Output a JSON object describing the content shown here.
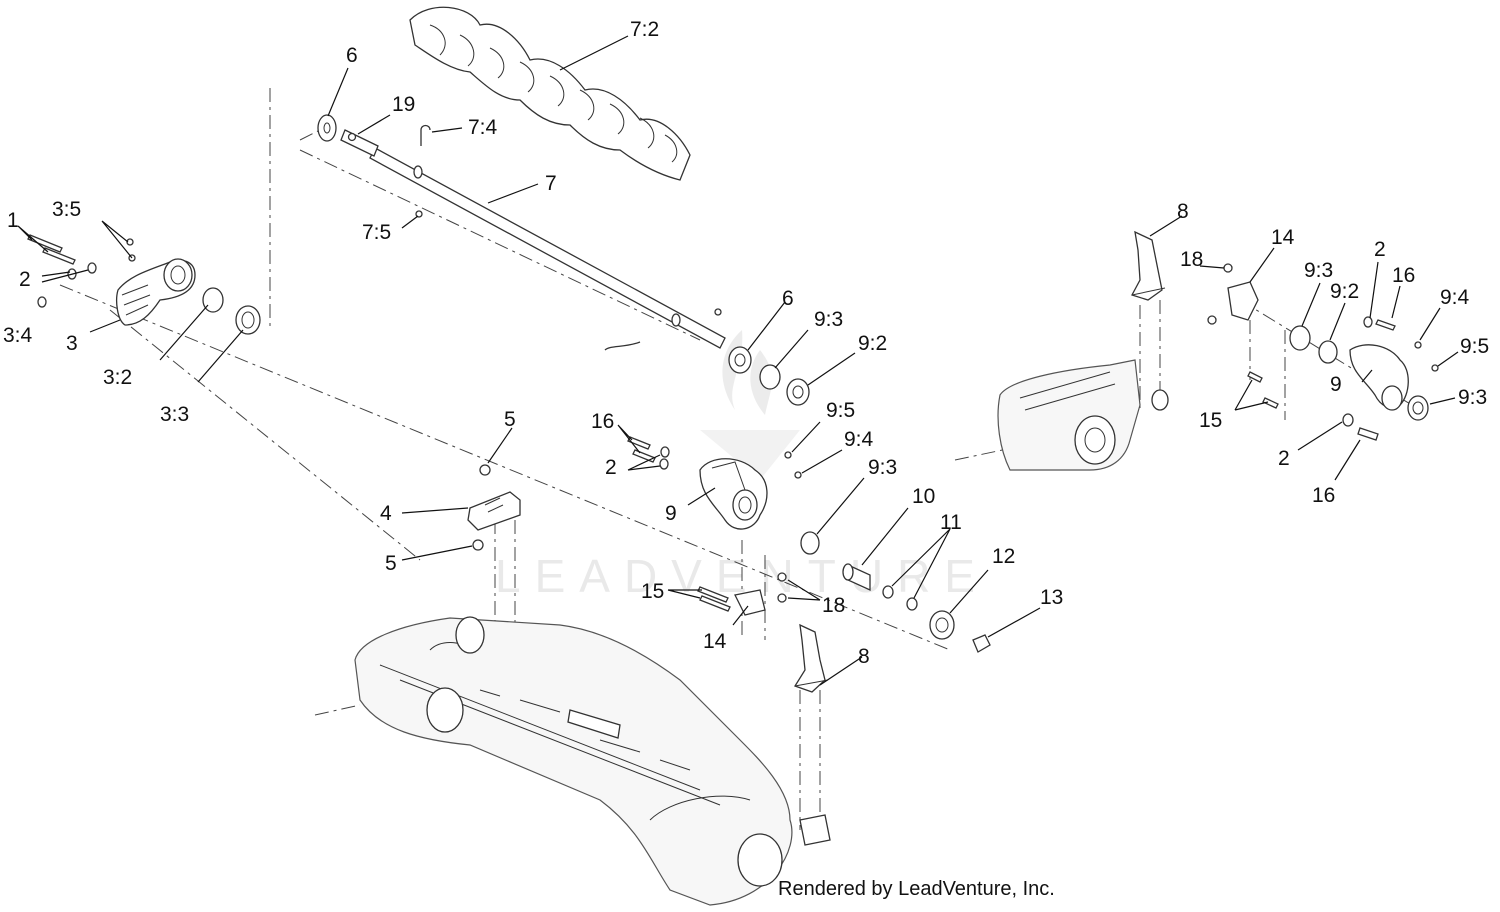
{
  "watermark": "LEADVENTURE",
  "credit": "Rendered by LeadVenture, Inc.",
  "callouts": [
    {
      "id": "c-1",
      "text": "1"
    },
    {
      "id": "c-2a",
      "text": "2"
    },
    {
      "id": "c-34",
      "text": "3:4"
    },
    {
      "id": "c-3",
      "text": "3"
    },
    {
      "id": "c-35",
      "text": "3:5"
    },
    {
      "id": "c-32",
      "text": "3:2"
    },
    {
      "id": "c-33",
      "text": "3:3"
    },
    {
      "id": "c-6a",
      "text": "6"
    },
    {
      "id": "c-19",
      "text": "19"
    },
    {
      "id": "c-72",
      "text": "7:2"
    },
    {
      "id": "c-74",
      "text": "7:4"
    },
    {
      "id": "c-7",
      "text": "7"
    },
    {
      "id": "c-75",
      "text": "7:5"
    },
    {
      "id": "c-6b",
      "text": "6"
    },
    {
      "id": "c-93a",
      "text": "9:3"
    },
    {
      "id": "c-92a",
      "text": "9:2"
    },
    {
      "id": "c-5a",
      "text": "5"
    },
    {
      "id": "c-4",
      "text": "4"
    },
    {
      "id": "c-5b",
      "text": "5"
    },
    {
      "id": "c-16a",
      "text": "16"
    },
    {
      "id": "c-2b",
      "text": "2"
    },
    {
      "id": "c-95a",
      "text": "9:5"
    },
    {
      "id": "c-94a",
      "text": "9:4"
    },
    {
      "id": "c-9a",
      "text": "9"
    },
    {
      "id": "c-93b",
      "text": "9:3"
    },
    {
      "id": "c-10",
      "text": "10"
    },
    {
      "id": "c-11",
      "text": "11"
    },
    {
      "id": "c-12",
      "text": "12"
    },
    {
      "id": "c-13",
      "text": "13"
    },
    {
      "id": "c-15a",
      "text": "15"
    },
    {
      "id": "c-18a",
      "text": "18"
    },
    {
      "id": "c-14a",
      "text": "14"
    },
    {
      "id": "c-8a",
      "text": "8"
    },
    {
      "id": "c-8b",
      "text": "8"
    },
    {
      "id": "c-18b",
      "text": "18"
    },
    {
      "id": "c-14b",
      "text": "14"
    },
    {
      "id": "c-93c",
      "text": "9:3"
    },
    {
      "id": "c-2c",
      "text": "2"
    },
    {
      "id": "c-16b",
      "text": "16"
    },
    {
      "id": "c-92b",
      "text": "9:2"
    },
    {
      "id": "c-94b",
      "text": "9:4"
    },
    {
      "id": "c-95b",
      "text": "9:5"
    },
    {
      "id": "c-9b",
      "text": "9"
    },
    {
      "id": "c-93d",
      "text": "9:3"
    },
    {
      "id": "c-15b",
      "text": "15"
    },
    {
      "id": "c-2d",
      "text": "2"
    },
    {
      "id": "c-16c",
      "text": "16"
    }
  ]
}
